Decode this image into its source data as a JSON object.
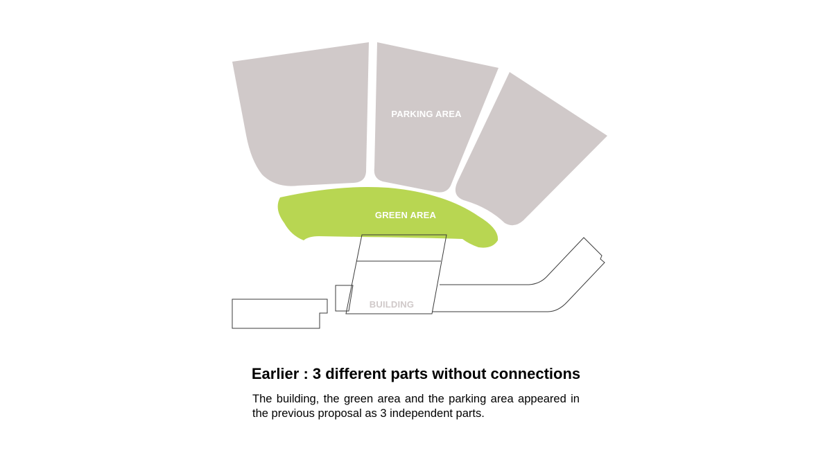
{
  "diagram": {
    "labels": {
      "parking": "PARKING AREA",
      "green": "GREEN AREA",
      "building": "BUILDING"
    },
    "colors": {
      "parking_fill": "#d0c9c9",
      "green_fill": "#b8d652",
      "building_label": "#d0c9c9",
      "outline": "#3a3a3a",
      "label_on_fill": "#ffffff"
    }
  },
  "caption": {
    "title": "Earlier : 3 different parts without connections",
    "body": "The building, the green area and the parking area appeared in the previous proposal as 3 independent parts."
  }
}
